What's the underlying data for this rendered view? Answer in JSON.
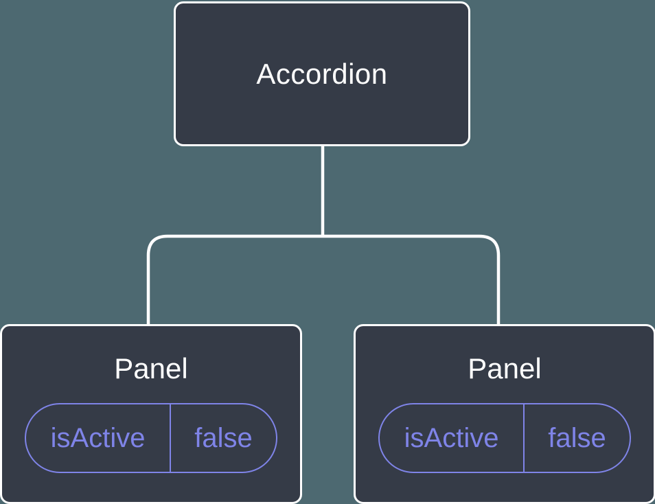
{
  "colors": {
    "background": "#4d6971",
    "node-fill": "#353b47",
    "node-border": "#ffffff",
    "accent": "#7f84e8",
    "title-text": "#ffffff"
  },
  "diagram": {
    "type": "component-tree",
    "root": {
      "label": "Accordion"
    },
    "children": [
      {
        "label": "Panel",
        "state": {
          "key": "isActive",
          "value": "false"
        }
      },
      {
        "label": "Panel",
        "state": {
          "key": "isActive",
          "value": "false"
        }
      }
    ]
  }
}
